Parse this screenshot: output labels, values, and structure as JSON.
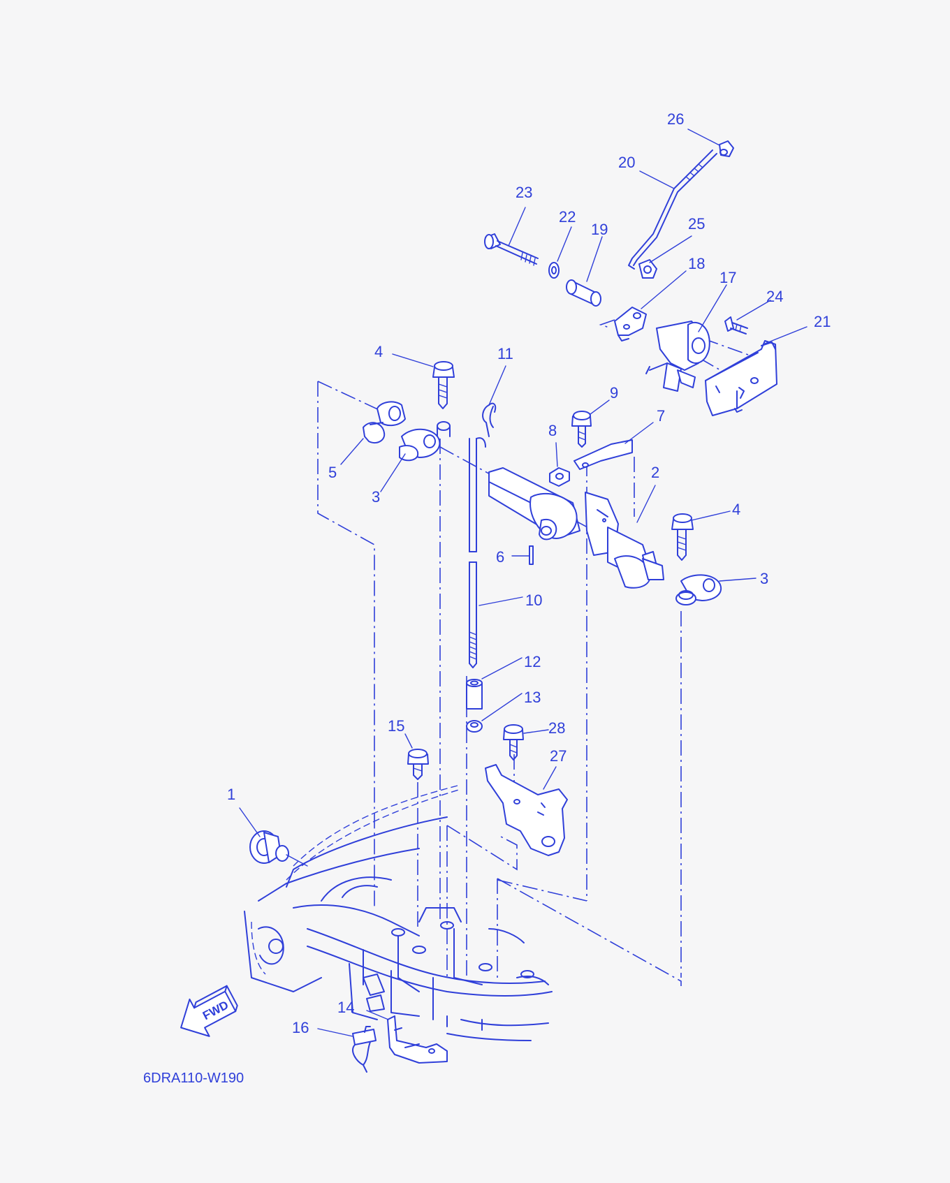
{
  "diagram": {
    "code": "6DRA110-W190",
    "fwd_label": "FWD",
    "callouts": [
      {
        "id": "c1",
        "text": "1"
      },
      {
        "id": "c2",
        "text": "2"
      },
      {
        "id": "c3a",
        "text": "3"
      },
      {
        "id": "c3b",
        "text": "3"
      },
      {
        "id": "c4a",
        "text": "4"
      },
      {
        "id": "c4b",
        "text": "4"
      },
      {
        "id": "c5",
        "text": "5"
      },
      {
        "id": "c6",
        "text": "6"
      },
      {
        "id": "c7",
        "text": "7"
      },
      {
        "id": "c8",
        "text": "8"
      },
      {
        "id": "c9",
        "text": "9"
      },
      {
        "id": "c10",
        "text": "10"
      },
      {
        "id": "c11",
        "text": "11"
      },
      {
        "id": "c12",
        "text": "12"
      },
      {
        "id": "c13",
        "text": "13"
      },
      {
        "id": "c14",
        "text": "14"
      },
      {
        "id": "c15",
        "text": "15"
      },
      {
        "id": "c16",
        "text": "16"
      },
      {
        "id": "c17",
        "text": "17"
      },
      {
        "id": "c18",
        "text": "18"
      },
      {
        "id": "c19",
        "text": "19"
      },
      {
        "id": "c20",
        "text": "20"
      },
      {
        "id": "c21",
        "text": "21"
      },
      {
        "id": "c22",
        "text": "22"
      },
      {
        "id": "c23",
        "text": "23"
      },
      {
        "id": "c24",
        "text": "24"
      },
      {
        "id": "c25",
        "text": "25"
      },
      {
        "id": "c26",
        "text": "26"
      },
      {
        "id": "c27",
        "text": "27"
      },
      {
        "id": "c28",
        "text": "28"
      }
    ]
  },
  "colors": {
    "ink": "#2f3fd9",
    "background": "#f6f6f7"
  }
}
